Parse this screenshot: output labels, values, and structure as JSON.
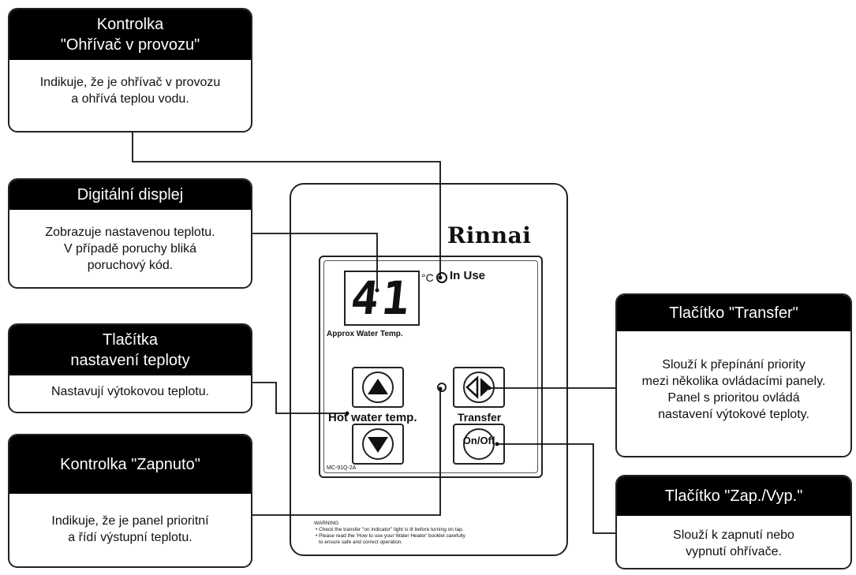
{
  "callouts": {
    "in_operation": {
      "title_line1": "Kontrolka",
      "title_line2": "\"Ohřívač v provozu\"",
      "text_line1": "Indikuje, že je ohřívač v provozu",
      "text_line2": "a ohřívá teplou vodu."
    },
    "digital_display": {
      "title": "Digitální displej",
      "text_line1": "Zobrazuje nastavenou teplotu.",
      "text_line2": "V případě poruchy bliká",
      "text_line3": "poruchový kód."
    },
    "temp_buttons": {
      "title_line1": "Tlačítka",
      "title_line2": "nastavení teploty",
      "text": "Nastavují výtokovou teplotu."
    },
    "power_indicator": {
      "title": "Kontrolka \"Zapnuto\"",
      "text_line1": "Indikuje, že je panel prioritní",
      "text_line2": "a řídí výstupní teplotu."
    },
    "transfer_button": {
      "title": "Tlačítko \"Transfer\"",
      "text_line1": "Slouží k přepínání priority",
      "text_line2": "mezi několika ovládacími panely.",
      "text_line3": "Panel s prioritou ovládá",
      "text_line4": "nastavení výtokové teploty."
    },
    "onoff_button": {
      "title": "Tlačítko \"Zap./Vyp.\"",
      "text_line1": "Slouží k zapnutí nebo",
      "text_line2": "vypnutí ohřívače."
    }
  },
  "panel": {
    "brand": "Rinnai",
    "display_value": "41",
    "degree_unit": "°C",
    "in_use_label": "In Use",
    "approx_label": "Approx Water Temp.",
    "hot_water_label": "Hot water temp.",
    "transfer_label": "Transfer",
    "onoff_label": "On/Off",
    "model": "MC-91Q-2A",
    "warning_title": "WARNING",
    "warning_line1": "•  Check the transfer \"on indicator\" light is lit before turning on tap.",
    "warning_line2": "•  Please read the 'How to use your Water Heater' booklet carefully",
    "warning_line3": "   to ensure safe and correct operation."
  }
}
